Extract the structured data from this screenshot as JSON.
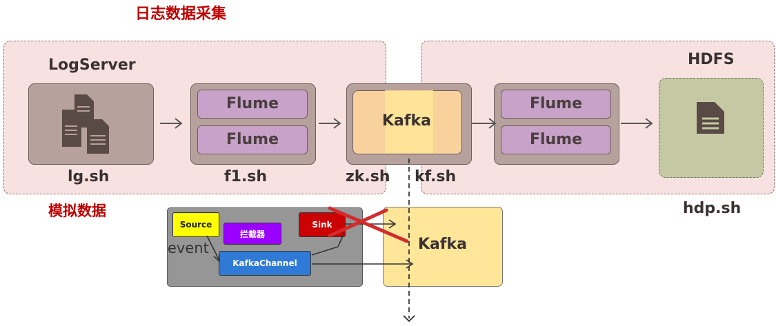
{
  "title": "日志数据采集",
  "left_region": {
    "title": "LogServer",
    "note": "模拟数据",
    "node_labels": [
      "lg.sh",
      "f1.sh",
      "zk.sh",
      "kf.sh"
    ]
  },
  "right_region": {
    "title": "HDFS",
    "note": "hdp.sh"
  },
  "flume": [
    "Flume",
    "Flume",
    "Flume",
    "Flume"
  ],
  "kafka": "Kafka",
  "channel_detail": {
    "source": "Source",
    "interceptor": "拦截器",
    "sink": "Sink",
    "event": "event",
    "channel": "KafkaChannel",
    "kafka": "Kafka"
  },
  "colors": {
    "title_red": "#c00000",
    "region_bg": "#f8e2e1",
    "card_bg": "#b7a19d",
    "flume_bg": "#c8a2c8",
    "kafka_orange": "#f9d19c",
    "kafka_yellow": "#ffe699",
    "hdfs_green": "#c4c9a3",
    "source_yellow": "#ffff00",
    "interceptor_purple": "#9900ff",
    "sink_red": "#cc0000",
    "channel_blue": "#2f7ad6",
    "cross_red": "#d22b2b"
  },
  "icons": [
    "documents-icon",
    "document-icon"
  ]
}
